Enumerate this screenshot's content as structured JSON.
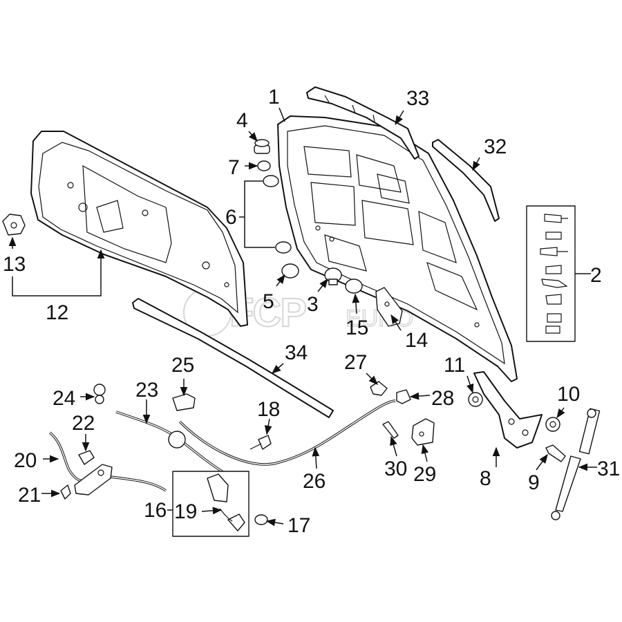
{
  "diagram": {
    "watermark": {
      "main": "FCP",
      "suffix": "EURO"
    },
    "callouts": [
      {
        "id": "c1",
        "label": "1"
      },
      {
        "id": "c2",
        "label": "2"
      },
      {
        "id": "c3",
        "label": "3"
      },
      {
        "id": "c4",
        "label": "4"
      },
      {
        "id": "c5",
        "label": "5"
      },
      {
        "id": "c6",
        "label": "6"
      },
      {
        "id": "c7",
        "label": "7"
      },
      {
        "id": "c8",
        "label": "8"
      },
      {
        "id": "c9",
        "label": "9"
      },
      {
        "id": "c10",
        "label": "10"
      },
      {
        "id": "c11",
        "label": "11"
      },
      {
        "id": "c12",
        "label": "12"
      },
      {
        "id": "c13",
        "label": "13"
      },
      {
        "id": "c14",
        "label": "14"
      },
      {
        "id": "c15",
        "label": "15"
      },
      {
        "id": "c16",
        "label": "16"
      },
      {
        "id": "c17",
        "label": "17"
      },
      {
        "id": "c18",
        "label": "18"
      },
      {
        "id": "c19",
        "label": "19"
      },
      {
        "id": "c20",
        "label": "20"
      },
      {
        "id": "c21",
        "label": "21"
      },
      {
        "id": "c22",
        "label": "22"
      },
      {
        "id": "c23",
        "label": "23"
      },
      {
        "id": "c24",
        "label": "24"
      },
      {
        "id": "c25",
        "label": "25"
      },
      {
        "id": "c26",
        "label": "26"
      },
      {
        "id": "c27",
        "label": "27"
      },
      {
        "id": "c28",
        "label": "28"
      },
      {
        "id": "c29",
        "label": "29"
      },
      {
        "id": "c30",
        "label": "30"
      },
      {
        "id": "c31",
        "label": "31"
      },
      {
        "id": "c32",
        "label": "32"
      },
      {
        "id": "c33",
        "label": "33"
      },
      {
        "id": "c34",
        "label": "34"
      }
    ]
  }
}
